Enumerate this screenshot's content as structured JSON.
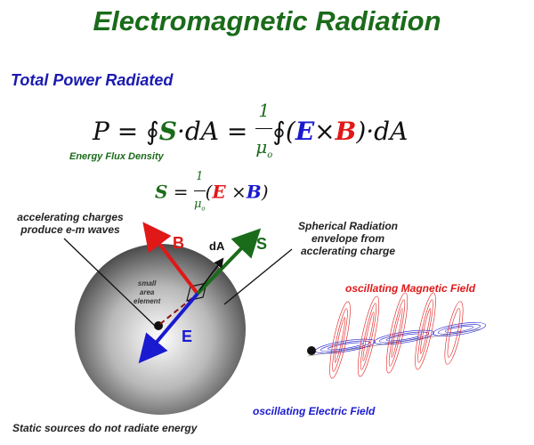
{
  "title": "Electromagnetic Radiation",
  "subtitle": "Total Power Radiated",
  "flux_label": "Energy Flux Density",
  "labels": {
    "accel_line1": "accelerating charges",
    "accel_line2_pre": "produce ",
    "accel_line2_em": "e-m",
    "accel_line2_post": " waves",
    "sphere_line1": "Spherical Radiation",
    "sphere_line2": "envelope from",
    "sphere_line3": "acclerating charge",
    "small_line1": "small",
    "small_line2": "area",
    "small_line3": "element",
    "magnetic_field": "oscillating Magnetic Field",
    "electric_field": "oscillating Electric Field",
    "static": "Static sources do not radiate energy"
  },
  "vectors": {
    "B": "B",
    "S": "S",
    "E": "E",
    "dA": "dA"
  },
  "colors": {
    "title": "#1a6b1a",
    "blue": "#1a1ad0",
    "red": "#e01818",
    "green": "#1a6b1a"
  }
}
